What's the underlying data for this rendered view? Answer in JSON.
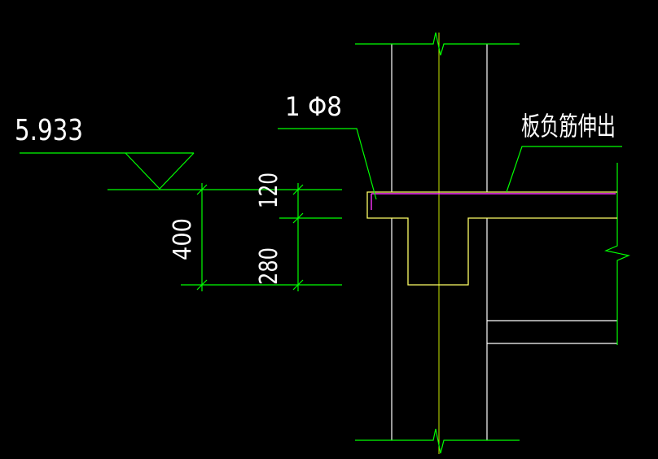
{
  "drawing": {
    "elevation": "5.933",
    "rebar_label": "1 Φ8",
    "slab_note": "板负筋伸出",
    "dims": {
      "total": "400",
      "slab": "120",
      "beam_below": "280"
    }
  },
  "colors": {
    "background": "#000000",
    "dimension": "#00ff00",
    "outline": "#ffff66",
    "wall": "#ffffff",
    "rebar": "#ff00ff"
  }
}
